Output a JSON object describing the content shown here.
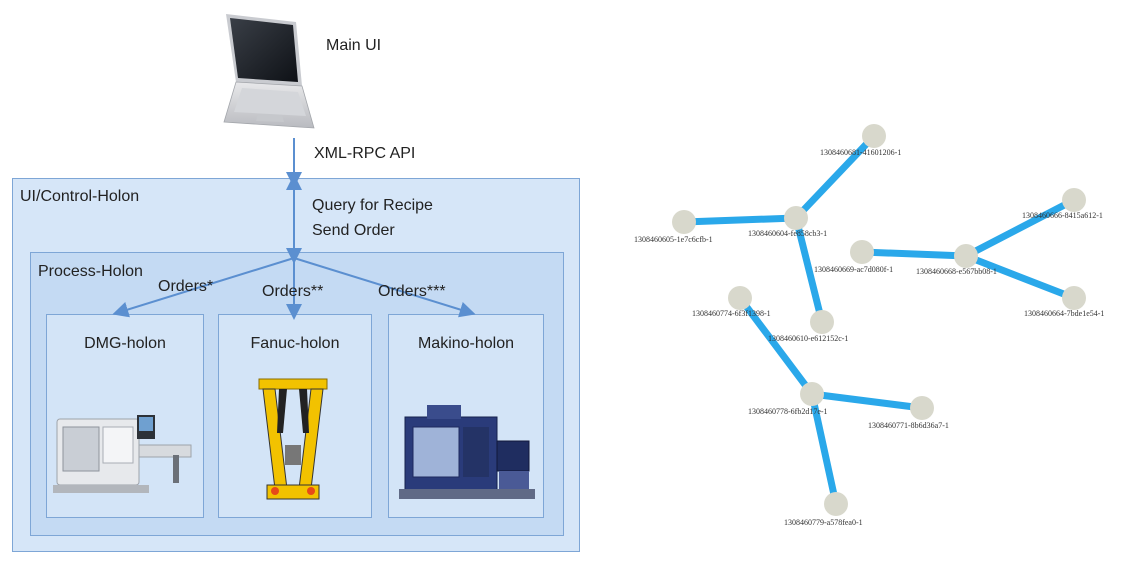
{
  "main_ui_label": "Main UI",
  "api_label": "XML-RPC API",
  "control_holon_label": "UI/Control-Holon",
  "query_label": "Query for Recipe",
  "send_label": "Send Order",
  "process_holon_label": "Process-Holon",
  "orders": [
    "Orders*",
    "Orders**",
    "Orders***"
  ],
  "holons": [
    {
      "name": "DMG-holon",
      "machine_icon": "lathe-machine-icon"
    },
    {
      "name": "Fanuc-holon",
      "machine_icon": "hexapod-robot-icon"
    },
    {
      "name": "Makino-holon",
      "machine_icon": "machining-center-icon"
    }
  ],
  "colors": {
    "edge": "#2aa8ea",
    "node": "#d8d8cc",
    "panel": "#d6e6f8",
    "panel_border": "#7ea6d6",
    "arrow": "#5b8fd0"
  },
  "graph": {
    "nodes": [
      {
        "id": "n1",
        "label": "1308460681-41601206-1"
      },
      {
        "id": "n2",
        "label": "1308460605-1e7c6cfb-1"
      },
      {
        "id": "n3",
        "label": "1308460604-fe858cb3-1"
      },
      {
        "id": "n4",
        "label": "1308460666-8415a612-1"
      },
      {
        "id": "n5",
        "label": "1308460669-ac7d080f-1"
      },
      {
        "id": "n6",
        "label": "1308460668-e567bb08-1"
      },
      {
        "id": "n7",
        "label": "1308460664-7bde1e54-1"
      },
      {
        "id": "n8",
        "label": "1308460774-6f3f1398-1"
      },
      {
        "id": "n9",
        "label": "1308460610-e612152c-1"
      },
      {
        "id": "n10",
        "label": "1308460778-6fb2d17e-1"
      },
      {
        "id": "n11",
        "label": "1308460771-8b6d36a7-1"
      },
      {
        "id": "n12",
        "label": "1308460779-a578fea0-1"
      }
    ],
    "edges": [
      [
        "n3",
        "n1"
      ],
      [
        "n3",
        "n2"
      ],
      [
        "n3",
        "n9"
      ],
      [
        "n6",
        "n5"
      ],
      [
        "n6",
        "n4"
      ],
      [
        "n6",
        "n7"
      ],
      [
        "n10",
        "n8"
      ],
      [
        "n10",
        "n11"
      ],
      [
        "n10",
        "n12"
      ]
    ]
  }
}
